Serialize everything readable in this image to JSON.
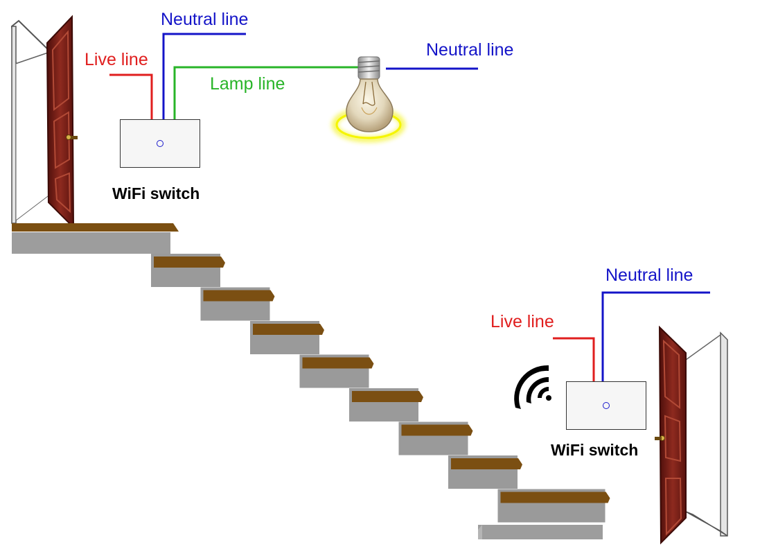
{
  "colors": {
    "live": "#e01e1e",
    "neutral": "#1414c8",
    "lamp": "#28b428",
    "door": "#7a1c16",
    "step_top": "#7b4f12",
    "step_side": "#9a9a9a",
    "glow": "#f2f200"
  },
  "icons": [
    "door-icon",
    "light-bulb-icon",
    "wifi-signal-icon"
  ],
  "top": {
    "live_label": "Live line",
    "neutral_label": "Neutral line",
    "lamp_label": "Lamp line",
    "switch_label": "WiFi switch"
  },
  "lamp": {
    "neutral_label": "Neutral line"
  },
  "bottom": {
    "live_label": "Live line",
    "neutral_label": "Neutral line",
    "switch_label": "WiFi switch"
  }
}
